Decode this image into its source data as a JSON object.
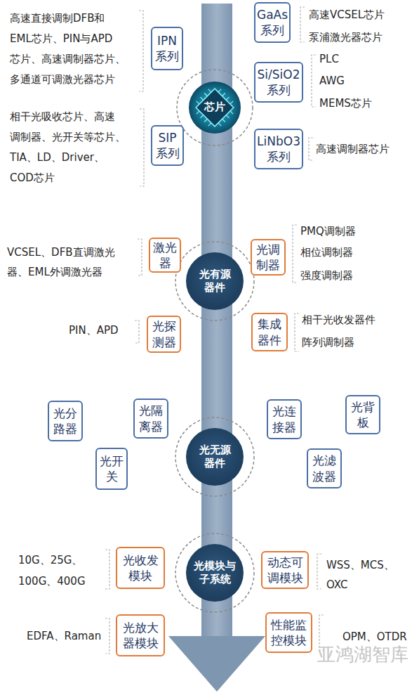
{
  "diagram": {
    "nodes": [
      {
        "text": [
          "芯片"
        ]
      },
      {
        "text": [
          "IPN 系列"
        ]
      },
      {
        "text": [
          "GaAs 系列"
        ]
      },
      {
        "text": [
          "Si/SiO2 系列"
        ]
      },
      {
        "text": [
          "SIP 系列"
        ]
      },
      {
        "text": [
          "LiNbO3 系列"
        ]
      },
      {
        "text": [
          "光有源 器件"
        ]
      },
      {
        "text": [
          "激光 器"
        ]
      },
      {
        "text": [
          "光调 制器"
        ]
      },
      {
        "text": [
          "光探 测器"
        ]
      },
      {
        "text": [
          "集成 器件"
        ]
      },
      {
        "text": [
          "光无源 器件"
        ]
      },
      {
        "text": [
          "光分 路器"
        ]
      },
      {
        "text": [
          "光隔 离器"
        ]
      },
      {
        "text": [
          "光连 接器"
        ]
      },
      {
        "text": [
          "光背 板"
        ]
      },
      {
        "text": [
          "光开 关"
        ]
      },
      {
        "text": [
          "光滤 波器"
        ]
      },
      {
        "text": [
          "光模块与 子系统"
        ]
      },
      {
        "text": [
          "光收发 模块"
        ]
      },
      {
        "text": [
          "动态可 调模块"
        ]
      },
      {
        "text": [
          "光放大 器模块"
        ]
      },
      {
        "text": [
          "性能监 控模块"
        ]
      }
    ],
    "labels": [
      "高速直接调制DFB和 EML芯片、PIN与APD 芯片、高速调制器芯片、 多通道可调激光器芯片",
      "高速VCSEL芯片",
      "泵浦激光器芯片",
      "PLC",
      "AWG",
      "MEMS芯片",
      "相干光吸收芯片、高速 调制器、光开关等芯片、 TIA、LD、Driver、 COD芯片",
      "高速调制器芯片",
      "VCSEL、DFB直调激光 器、EML外调激光器",
      "PMQ调制器",
      "相位调制器",
      "强度调制器",
      "PIN、APD",
      "相干光收发器件",
      "阵列调制器",
      "10G、25G、 100G、400G",
      "WSS、MCS、 OXC",
      "EDFA、Raman",
      "OPM、OTDR",
      "亚鸿湖智库"
    ]
  }
}
